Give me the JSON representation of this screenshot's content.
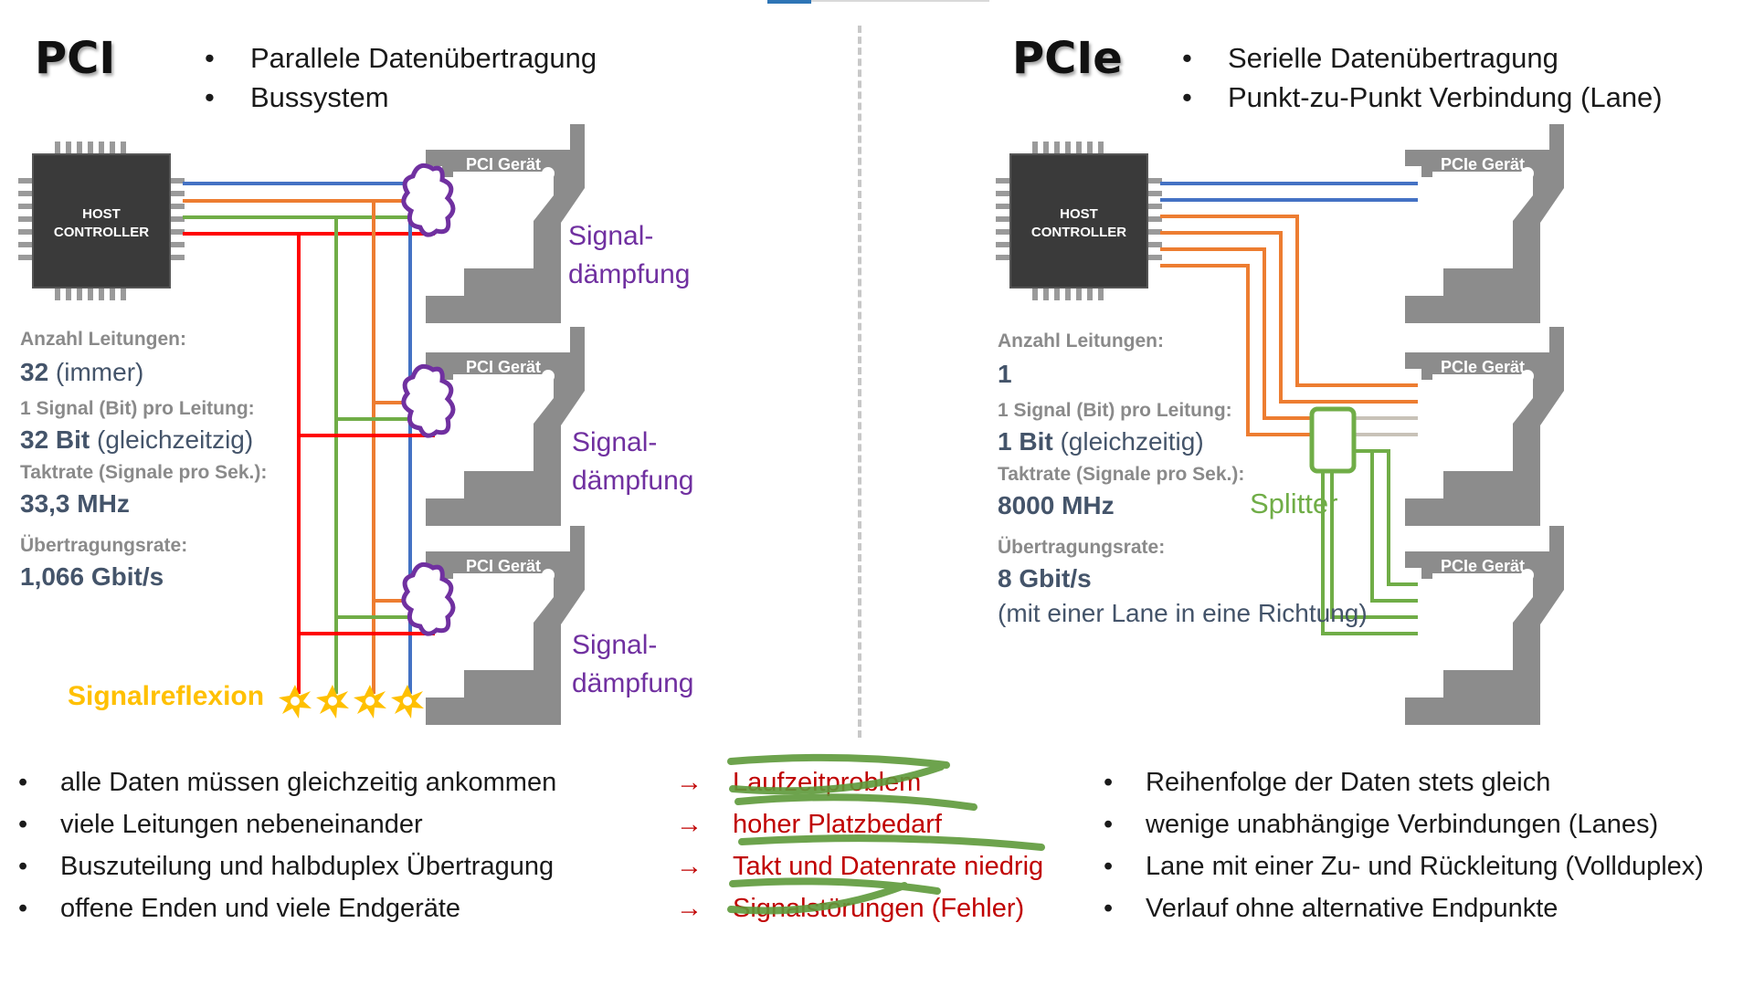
{
  "pci": {
    "title": "PCI",
    "bullets": [
      "Parallele Datenübertragung",
      "Bussystem"
    ],
    "chip_line1": "HOST",
    "chip_line2": "CONTROLLER",
    "device_label": "PCI Gerät",
    "signal_label_1": "Signal-",
    "signal_label_2": "dämpfung",
    "reflexion_label": "Signalreflexion",
    "stats": {
      "lines_label": "Anzahl Leitungen:",
      "lines_value_bold": "32",
      "lines_value_rest": " (immer)",
      "bits_label": "1 Signal (Bit) pro Leitung:",
      "bits_value_bold": "32 Bit",
      "bits_value_rest": " (gleichzeitzig)",
      "clock_label": "Taktrate (Signale pro Sek.):",
      "clock_value": "33,3 MHz",
      "rate_label": "Übertragungsrate:",
      "rate_value": "1,066 Gbit/s"
    }
  },
  "pcie": {
    "title": "PCIe",
    "bullets": [
      "Serielle Datenübertragung",
      "Punkt-zu-Punkt Verbindung (Lane)"
    ],
    "chip_line1": "HOST",
    "chip_line2": "CONTROLLER",
    "device_label": "PCIe Gerät",
    "splitter_label": "Splitter",
    "stats": {
      "lines_label": "Anzahl Leitungen:",
      "lines_value": "1",
      "bits_label": "1 Signal (Bit) pro Leitung:",
      "bits_value_bold": "1 Bit",
      "bits_value_rest": " (gleichzeitig)",
      "clock_label": "Taktrate (Signale pro Sek.):",
      "clock_value": "8000 MHz",
      "rate_label": "Übertragungsrate:",
      "rate_value": "8 Gbit/s",
      "rate_note": "(mit einer Lane in eine Richtung)"
    }
  },
  "comparison": {
    "arrow": "→",
    "pci_points": [
      "alle Daten müssen gleichzeitig ankommen",
      "viele Leitungen nebeneinander",
      "Buszuteilung und halbduplex Übertragung",
      "offene Enden und viele Endgeräte"
    ],
    "pci_problems": [
      "Laufzeitproblem",
      "hoher Platzbedarf",
      "Takt und Datenrate niedrig",
      "Signalstörungen (Fehler)"
    ],
    "pcie_points": [
      "Reihenfolge der Daten stets gleich",
      "wenige unabhängige Verbindungen (Lanes)",
      "Lane mit einer Zu- und Rückleitung (Vollduplex)",
      "Verlauf ohne alternative Endpunkte"
    ]
  },
  "colors": {
    "blue": "#4472c4",
    "orange": "#ed7d31",
    "green": "#70ad47",
    "red": "#ff0000",
    "purple": "#7030a0",
    "device_gray": "#8c8c8c",
    "chip_dark": "#3a3a3a",
    "strike_green": "#5e9a3a",
    "yellow": "#ffc000"
  }
}
